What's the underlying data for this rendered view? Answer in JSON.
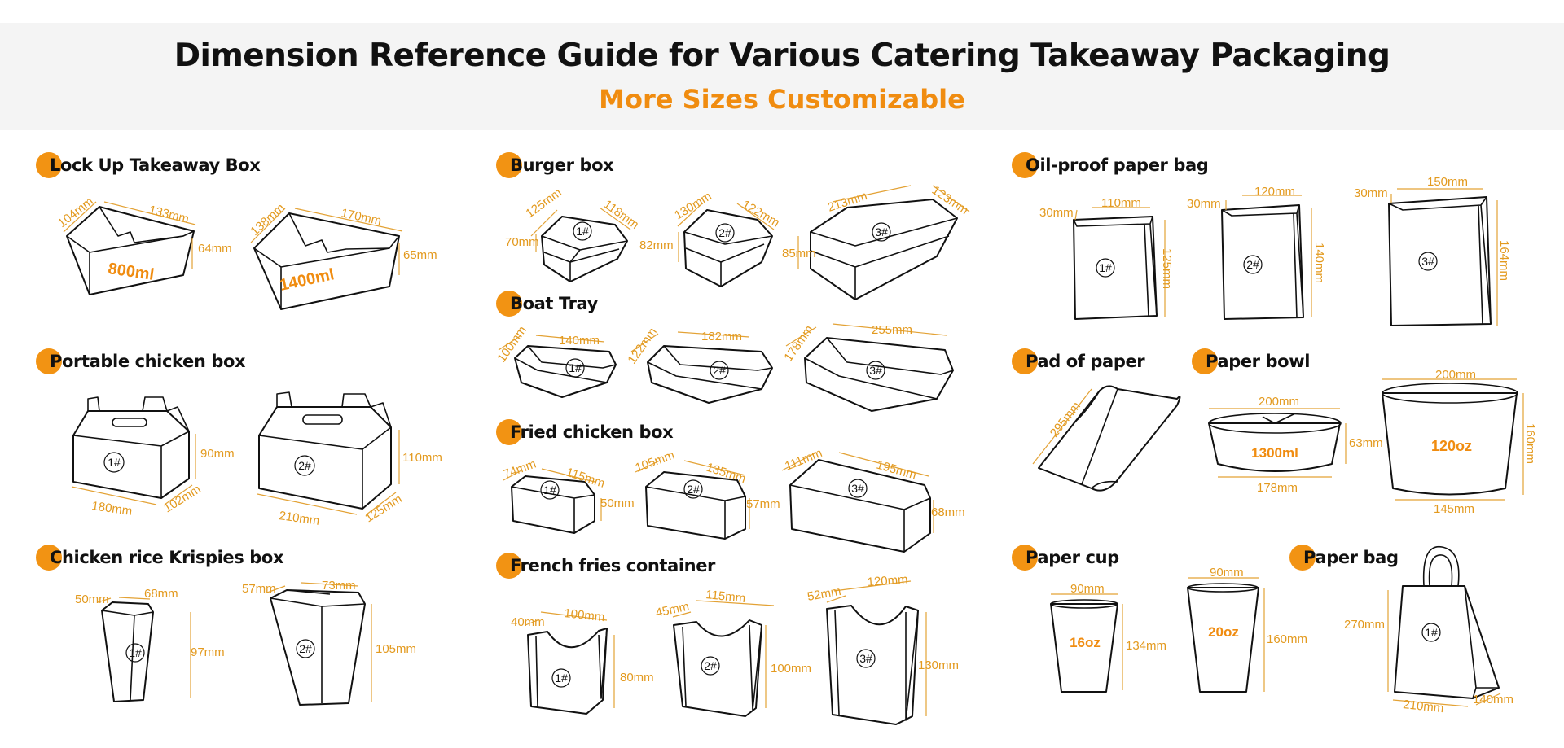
{
  "header": {
    "title": "Dimension Reference Guide for Various Catering Takeaway Packaging",
    "subtitle": "More Sizes Customizable"
  },
  "sections": {
    "lock_up": "Lock Up Takeaway Box",
    "portable": "Portable chicken box",
    "krispies": "Chicken rice Krispies box",
    "burger": "Burger box",
    "boat": "Boat Tray",
    "fried": "Fried chicken box",
    "fries": "French fries container",
    "oilbag": "Oil-proof paper bag",
    "pad": "Pad of paper",
    "bowl": "Paper bowl",
    "cup": "Paper cup",
    "bag": "Paper bag"
  },
  "items": {
    "lock1": {
      "a": "104mm",
      "b": "133mm",
      "h": "64mm",
      "cap": "800ml"
    },
    "lock2": {
      "a": "138mm",
      "b": "170mm",
      "h": "65mm",
      "cap": "1400ml"
    },
    "port1": {
      "num": "1#",
      "h": "90mm",
      "w": "180mm",
      "d": "102mm"
    },
    "port2": {
      "num": "2#",
      "h": "110mm",
      "w": "210mm",
      "d": "125mm"
    },
    "kris1": {
      "num": "1#",
      "a": "50mm",
      "b": "68mm",
      "h": "97mm"
    },
    "kris2": {
      "num": "2#",
      "a": "57mm",
      "b": "73mm",
      "h": "105mm"
    },
    "burg1": {
      "num": "1#",
      "a": "125mm",
      "b": "118mm",
      "h": "70mm"
    },
    "burg2": {
      "num": "2#",
      "a": "130mm",
      "b": "122mm",
      "h": "82mm"
    },
    "burg3": {
      "num": "3#",
      "a": "213mm",
      "b": "123mm",
      "h": "85mm"
    },
    "boat1": {
      "num": "1#",
      "a": "100mm",
      "b": "140mm"
    },
    "boat2": {
      "num": "2#",
      "a": "122mm",
      "b": "182mm"
    },
    "boat3": {
      "num": "3#",
      "a": "178mm",
      "b": "255mm"
    },
    "fry1": {
      "num": "1#",
      "a": "74mm",
      "b": "115mm",
      "h": "50mm"
    },
    "fry2": {
      "num": "2#",
      "a": "105mm",
      "b": "135mm",
      "h": "57mm"
    },
    "fry3": {
      "num": "3#",
      "a": "111mm",
      "b": "195mm",
      "h": "68mm"
    },
    "ff1": {
      "num": "1#",
      "a": "40mm",
      "b": "100mm",
      "h": "80mm"
    },
    "ff2": {
      "num": "2#",
      "a": "45mm",
      "b": "115mm",
      "h": "100mm"
    },
    "ff3": {
      "num": "3#",
      "a": "52mm",
      "b": "120mm",
      "h": "130mm"
    },
    "oil1": {
      "num": "1#",
      "a": "30mm",
      "b": "110mm",
      "h": "125mm"
    },
    "oil2": {
      "num": "2#",
      "a": "30mm",
      "b": "120mm",
      "h": "140mm"
    },
    "oil3": {
      "num": "3#",
      "a": "30mm",
      "b": "150mm",
      "h": "164mm"
    },
    "pad": {
      "a": "295mm"
    },
    "bowl1": {
      "top": "200mm",
      "h": "63mm",
      "bot": "178mm",
      "cap": "1300ml"
    },
    "bowl2": {
      "top": "200mm",
      "h": "160mm",
      "bot": "145mm",
      "cap": "120oz"
    },
    "cup1": {
      "top": "90mm",
      "h": "134mm",
      "cap": "16oz"
    },
    "cup2": {
      "top": "90mm",
      "h": "160mm",
      "cap": "20oz"
    },
    "bag1": {
      "num": "1#",
      "h": "270mm",
      "w": "210mm",
      "d": "140mm"
    }
  },
  "colors": {
    "accent": "#f29313",
    "dimension": "#e39a1f",
    "header_bg": "#f4f4f4"
  }
}
